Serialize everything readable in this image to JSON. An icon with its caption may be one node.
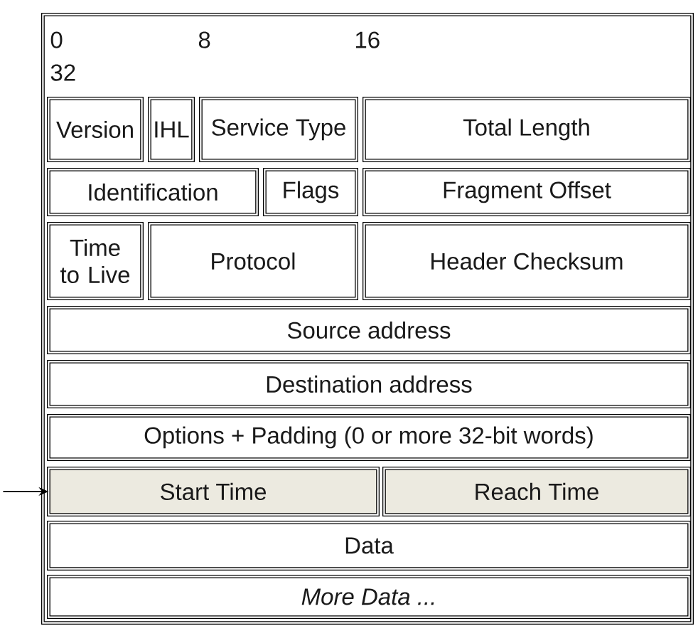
{
  "diagram": {
    "nodes": [
      {
        "text": [],
        "shape": "box"
      },
      {
        "text": [
          "Version"
        ],
        "in": 0
      },
      {
        "text": [
          "IHL"
        ],
        "in": 0
      },
      {
        "text": [
          "Service Type"
        ],
        "in": 0
      },
      {
        "text": [
          "Total Length"
        ],
        "in": 0
      },
      {
        "text": [
          "Identification"
        ],
        "in": 0
      },
      {
        "text": [
          "Flags"
        ],
        "in": 0
      },
      {
        "text": [
          "Fragment Offset"
        ],
        "in": 0
      },
      {
        "text": [
          "Time to Live"
        ],
        "in": 0
      },
      {
        "text": [
          "Protocol"
        ],
        "in": 0
      },
      {
        "text": [
          "Header Checksum"
        ],
        "in": 0
      },
      {
        "text": [
          "Source address"
        ],
        "in": 0
      },
      {
        "text": [
          "Destination address"
        ],
        "in": 0
      },
      {
        "text": [
          "Options + Padding (0 or more 32-bit words)"
        ],
        "in": 0
      },
      {
        "text": [
          "Start Time"
        ],
        "in": 0
      },
      {
        "text": [
          "Reach Time"
        ],
        "in": 0
      },
      {
        "text": [
          "Data"
        ],
        "in": 0
      },
      {
        "text": [
          "More Data ..."
        ],
        "in": 0
      }
    ],
    "edges": [
      {
        "from": null,
        "to": 14,
        "arrow": "to"
      }
    ],
    "labels": [
      "0",
      "8",
      "16",
      "32"
    ]
  }
}
